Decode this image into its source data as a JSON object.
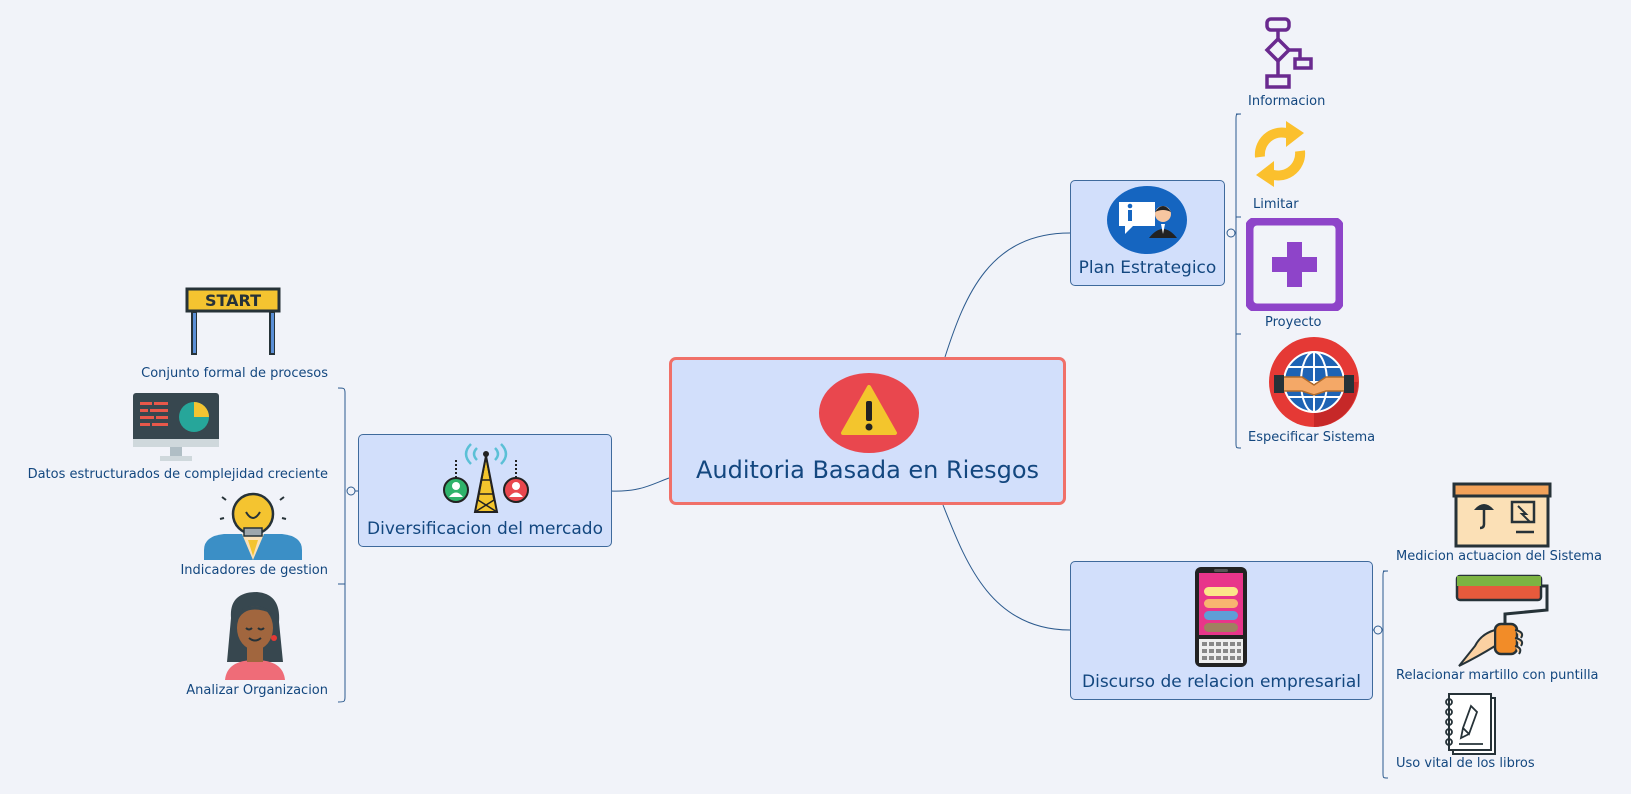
{
  "central": {
    "label": "Auditoria Basada en Riesgos",
    "icon": "warning-icon"
  },
  "branches": {
    "plan": {
      "label": "Plan Estrategico",
      "icon": "info-person-icon",
      "leaves": [
        {
          "label": "Informacion",
          "icon": "flowchart-icon"
        },
        {
          "label": "Limitar",
          "icon": "refresh-icon"
        },
        {
          "label": "Proyecto",
          "icon": "plus-square-icon"
        },
        {
          "label": "Especificar Sistema",
          "icon": "globe-handshake-icon"
        }
      ]
    },
    "diversificacion": {
      "label": "Diversificacion del mercado",
      "icon": "network-tower-icon",
      "leaves": [
        {
          "label": "Conjunto formal de procesos",
          "icon": "start-sign-icon"
        },
        {
          "label": "Datos estructurados de complejidad creciente",
          "icon": "dashboard-monitor-icon"
        },
        {
          "label": "Indicadores de gestion",
          "icon": "idea-person-icon"
        },
        {
          "label": "Analizar Organizacion",
          "icon": "woman-avatar-icon"
        }
      ]
    },
    "discurso": {
      "label": "Discurso de relacion empresarial",
      "icon": "smartphone-icon",
      "leaves": [
        {
          "label": "Medicion actuacion del Sistema",
          "icon": "package-box-icon"
        },
        {
          "label": "Relacionar martillo con puntilla",
          "icon": "paint-roller-icon"
        },
        {
          "label": "Uso vital de los libros",
          "icon": "notebook-icon"
        }
      ]
    }
  },
  "colors": {
    "background": "#f1f3f9",
    "node_fill": "#d2dffb",
    "node_border": "#3f6a9c",
    "central_border": "#f07069",
    "text": "#13477f"
  }
}
